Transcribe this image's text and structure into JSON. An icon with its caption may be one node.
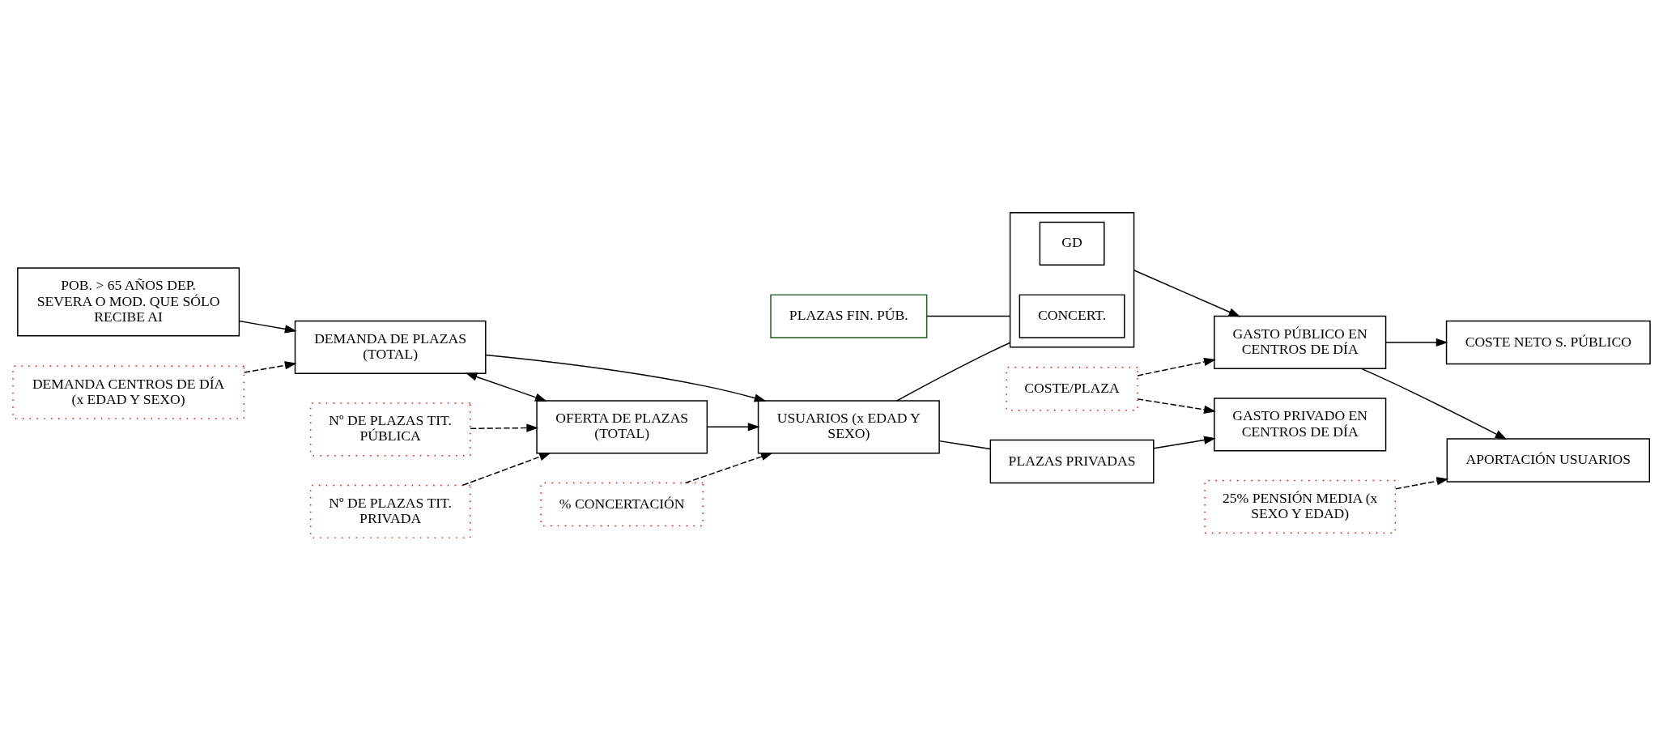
{
  "diagram": {
    "nodes": [
      {
        "text": [
          "POB. > 65 AÑOS DEP. SEVERA O MOD. QUE SÓLO RECIBE AI"
        ]
      },
      {
        "text": [
          "DEMANDA CENTROS DE DÍA (x EDAD Y SEXO)"
        ]
      },
      {
        "text": [
          "DEMANDA DE PLAZAS (TOTAL)"
        ]
      },
      {
        "text": [
          "USUARIOS (x EDAD Y SEXO)"
        ]
      },
      {
        "text": [
          "OFERTA DE PLAZAS (TOTAL)"
        ]
      },
      {
        "text": [
          "Nº DE PLAZAS TIT. PÚBLICA"
        ]
      },
      {
        "text": [
          "Nº DE PLAZAS TIT. PRIVADA"
        ]
      },
      {
        "text": [
          "% CONCERTACIÓN"
        ]
      },
      {
        "text": [
          "PLAZAS FIN. PÚB."
        ]
      },
      {
        "text": [],
        "shape": "box"
      },
      {
        "text": [
          "GD"
        ],
        "in": 9
      },
      {
        "text": [
          "CONCERT."
        ],
        "in": 9
      },
      {
        "text": [
          "PLAZAS PRIVADAS"
        ]
      },
      {
        "text": [
          "COSTE/PLAZA"
        ]
      },
      {
        "text": [
          "GASTO PÚBLICO EN CENTROS DE DÍA"
        ]
      },
      {
        "text": [
          "GASTO PRIVADO EN CENTROS DE DÍA"
        ]
      },
      {
        "text": [
          "25% PENSIÓN MEDIA (x SEXO Y EDAD)"
        ]
      },
      {
        "text": [
          "APORTACIÓN USUARIOS"
        ]
      },
      {
        "text": [
          "COSTE NETO S. PÚBLICO"
        ]
      }
    ],
    "edges": [
      {
        "from": 0,
        "to": 2,
        "arrow": "to"
      },
      {
        "from": 1,
        "to": 2,
        "arrow": "to",
        "style": "dashed"
      },
      {
        "from": 2,
        "to": 4,
        "arrow": "both"
      },
      {
        "from": 2,
        "to": 3,
        "arrow": "to"
      },
      {
        "from": 4,
        "to": 3,
        "arrow": "to"
      },
      {
        "from": 5,
        "to": 4,
        "arrow": "to",
        "style": "dashed"
      },
      {
        "from": 6,
        "to": 4,
        "arrow": "to",
        "style": "dashed"
      },
      {
        "from": 7,
        "to": 3,
        "arrow": "to",
        "style": "dashed"
      },
      {
        "from": 3,
        "to": 9,
        "arrow": "none"
      },
      {
        "from": 3,
        "to": 12,
        "arrow": "none"
      },
      {
        "from": 8,
        "to": 9,
        "arrow": "none"
      },
      {
        "from": 9,
        "to": 14,
        "arrow": "to"
      },
      {
        "from": 12,
        "to": 15,
        "arrow": "to"
      },
      {
        "from": 13,
        "to": 14,
        "arrow": "to",
        "style": "dashed"
      },
      {
        "from": 13,
        "to": 15,
        "arrow": "to",
        "style": "dashed"
      },
      {
        "from": 14,
        "to": 17,
        "arrow": "to"
      },
      {
        "from": 14,
        "to": 18,
        "arrow": "to"
      },
      {
        "from": 16,
        "to": 17,
        "arrow": "to",
        "style": "dashed"
      }
    ]
  }
}
